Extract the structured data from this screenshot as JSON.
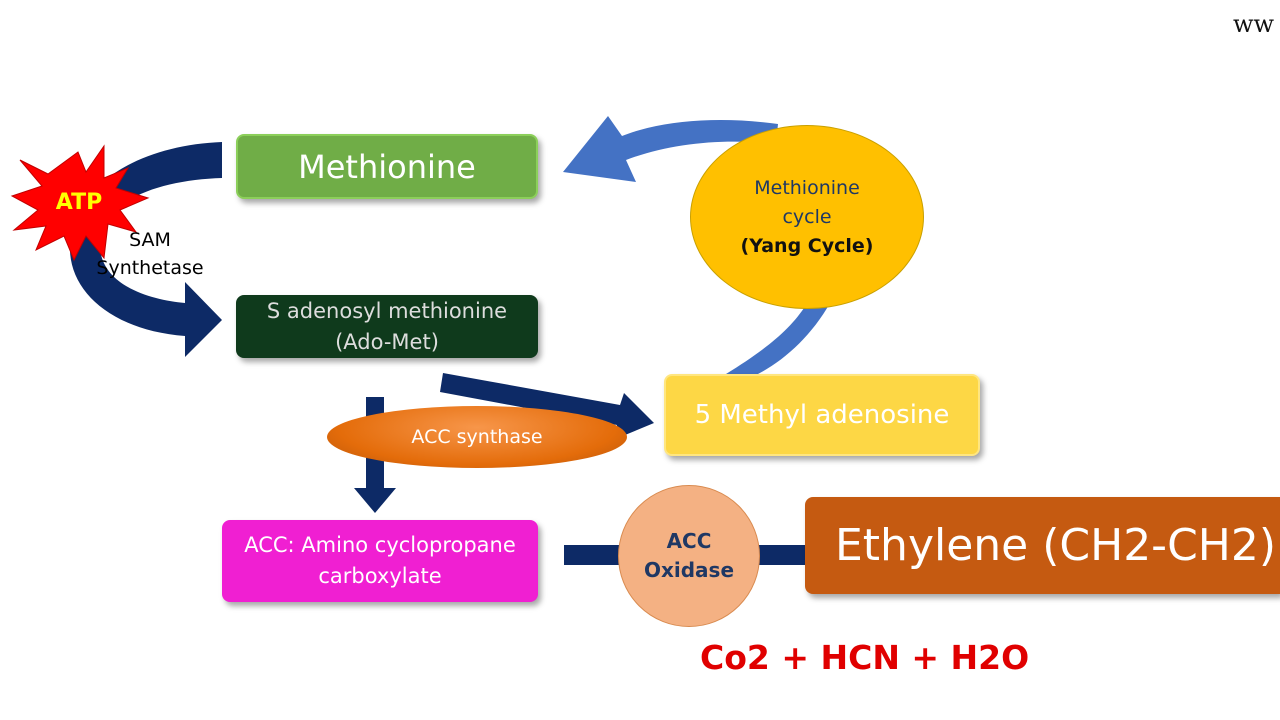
{
  "watermark": "ww",
  "nodes": {
    "methionine": {
      "label": "Methionine",
      "color": "#70AD47"
    },
    "sam": {
      "line1": "S adenosyl methionine",
      "line2": "(Ado-Met)",
      "color": "#0F3A1C"
    },
    "acc": {
      "line1": "ACC: Amino cyclopropane",
      "line2": "carboxylate",
      "color": "#F01FD2"
    },
    "methyl_adenosine": {
      "label": "5 Methyl adenosine",
      "color": "#FDD745"
    },
    "ethylene": {
      "label": "Ethylene (CH2-CH2)",
      "color": "#C55A11"
    },
    "methionine_cycle": {
      "line1": "Methionine",
      "line2": "cycle",
      "line3": "(Yang Cycle)",
      "color": "#FFC000"
    }
  },
  "enzymes": {
    "atp": {
      "label": "ATP",
      "color": "#FF0000"
    },
    "sam_synthetase": {
      "line1": "SAM",
      "line2": "Synthetase"
    },
    "acc_synthase": {
      "label": "ACC synthase",
      "color": "#E46C0A"
    },
    "acc_oxidase": {
      "line1": "ACC",
      "line2": "Oxidase",
      "color": "#F4B183"
    }
  },
  "byproducts": {
    "label": "Co2 + HCN + H2O",
    "color": "#E00000"
  },
  "colors": {
    "dark_arrow": "#0D2A66",
    "blue_arrow": "#4472C4"
  }
}
